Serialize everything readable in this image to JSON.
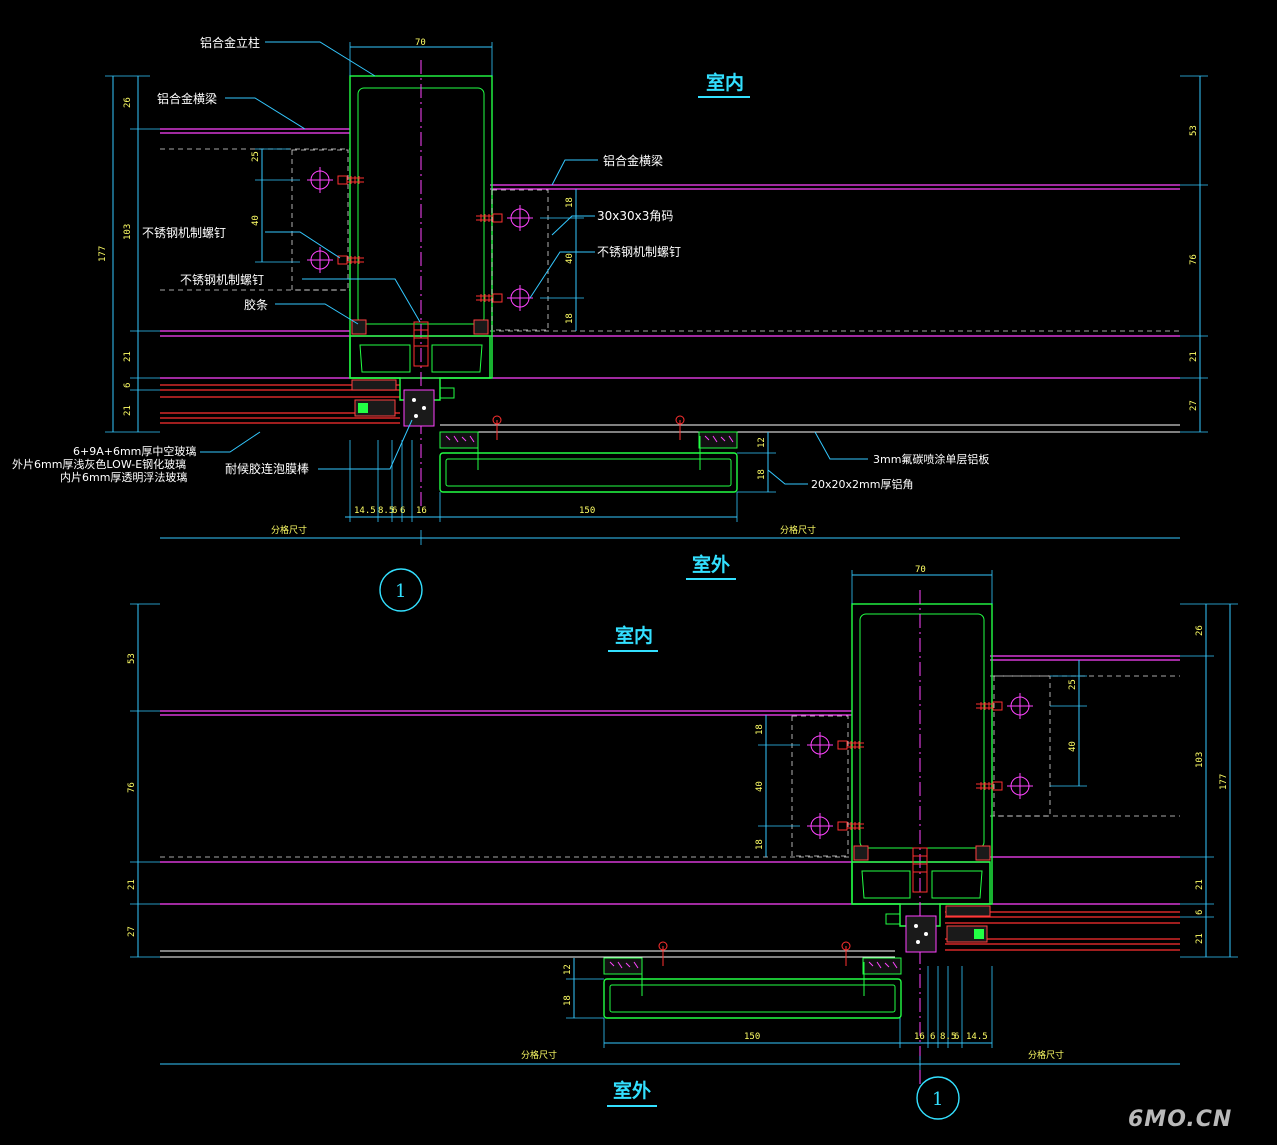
{
  "drawing": {
    "watermark": "6MO.CN",
    "colors": {
      "background": "#000000",
      "profile": "#22ff44",
      "beam": "#ff44ff",
      "glass": "#ff3030",
      "dimension": "#33c8ff",
      "dimension_text": "#ffff66",
      "room_label": "#33e0ff"
    },
    "top": {
      "room_inside": "室内",
      "room_outside": "室外",
      "detail_mark": "1",
      "labels": {
        "column": "铝合金立柱",
        "beam_left": "铝合金横梁",
        "beam_right": "铝合金横梁",
        "angle": "30x30x3角码",
        "screw_right": "不锈钢机制螺钉",
        "screw_left_1": "不锈钢机制螺钉",
        "screw_left_2": "不锈钢机制螺钉",
        "rubber": "胶条",
        "glass_1": "6+9A+6mm厚中空玻璃",
        "glass_2": "外片6mm厚浅灰色LOW-E钢化玻璃",
        "glass_3": "内片6mm厚透明浮法玻璃",
        "foam": "耐候胶连泡膜棒",
        "panel": "3mm氟碳喷涂单层铝板",
        "corner": "20x20x2mm厚铝角",
        "grid_left": "分格尺寸",
        "grid_right": "分格尺寸"
      },
      "dims": {
        "width": "70",
        "left_26": "26",
        "left_103": "103",
        "left_177": "177",
        "left_21a": "21",
        "left_6": "6",
        "left_21b": "21",
        "in_25": "25",
        "in_40": "40",
        "r_18a": "18",
        "r_40": "40",
        "r_18b": "18",
        "far_53": "53",
        "far_76": "76",
        "far_21": "21",
        "far_27": "27",
        "d_12": "12",
        "d_18": "18",
        "b_14_5": "14.5",
        "b_8_5": "8.5",
        "b_6a": "6",
        "b_6b": "6",
        "b_16": "16",
        "b_150": "150"
      }
    },
    "bottom": {
      "room_inside": "室内",
      "room_outside": "室外",
      "detail_mark": "1",
      "grid_left": "分格尺寸",
      "grid_right": "分格尺寸",
      "dims": {
        "width": "70",
        "left_53": "53",
        "left_76": "76",
        "left_21": "21",
        "left_27": "27",
        "l_18a": "18",
        "l_40": "40",
        "l_18b": "18",
        "in_25": "25",
        "in_40": "40",
        "right_26": "26",
        "right_103": "103",
        "right_177": "177",
        "right_21a": "21",
        "right_6": "6",
        "right_21b": "21",
        "d_12": "12",
        "d_18": "18",
        "b_150": "150",
        "b_16": "16",
        "b_6a": "6",
        "b_8_5": "8.5",
        "b_6b": "6",
        "b_14_5": "14.5"
      }
    }
  }
}
